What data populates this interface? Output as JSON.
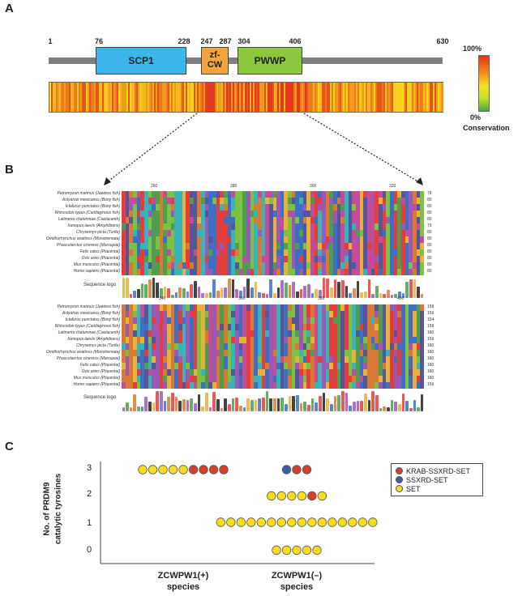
{
  "panels": {
    "a": "A",
    "b": "B",
    "c": "C"
  },
  "panel_a": {
    "positions": [
      "1",
      "76",
      "228",
      "247",
      "287",
      "304",
      "406",
      "630"
    ],
    "domains": {
      "scp1": "SCP1",
      "zfcw_line1": "zf-",
      "zfcw_line2": "CW",
      "pwwp": "PWWP"
    },
    "legend": {
      "top": "100%",
      "bottom": "0%",
      "label": "Conservation"
    },
    "colors": {
      "scp1": "#3bb6ea",
      "zfcw": "#f2a33a",
      "pwwp": "#8dc63f",
      "backbone": "#7d7d7d"
    }
  },
  "panel_b": {
    "block1": {
      "ruler": [
        "260",
        "280",
        "300",
        "320"
      ],
      "species": [
        {
          "name": "Petromyzon marinus (Jawless fish)",
          "end": "78"
        },
        {
          "name": "Astyanax mexicanus (Bony fish)",
          "end": "80"
        },
        {
          "name": "Ictalurus punctatus (Bony fish)",
          "end": "80"
        },
        {
          "name": "Rhincodon typus (Cartilaginous fish)",
          "end": "80"
        },
        {
          "name": "Latimeria chalumnae (Coelacanth)",
          "end": "80"
        },
        {
          "name": "Xenopus laevis (Amphibians)",
          "end": "79"
        },
        {
          "name": "Chrysemys picta (Turtle)",
          "end": "80"
        },
        {
          "name": "Ornithorhynchus anatinus (Monotremata)",
          "end": "80"
        },
        {
          "name": "Phascolarctos cinereus (Marsupial)",
          "end": "80"
        },
        {
          "name": "Felis catus (Placental)",
          "end": "80"
        },
        {
          "name": "Ovis aries (Placental)",
          "end": "80"
        },
        {
          "name": "Mus musculus (Placental)",
          "end": "80"
        },
        {
          "name": "Homo sapiens (Placental)",
          "end": "80"
        }
      ],
      "logo_label": "Sequence logo"
    },
    "block2": {
      "ruler": [
        "340",
        "360",
        "380",
        "400"
      ],
      "species": [
        {
          "name": "Petromyzon marinus (Jawless fish)",
          "end": "158"
        },
        {
          "name": "Astyanax mexicanus (Bony fish)",
          "end": "159"
        },
        {
          "name": "Ictalurus punctatus (Bony fish)",
          "end": "154"
        },
        {
          "name": "Rhincodon typus (Cartilaginous fish)",
          "end": "158"
        },
        {
          "name": "Latimeria chalumnae (Coelacanth)",
          "end": "160"
        },
        {
          "name": "Xenopus laevis (Amphibians)",
          "end": "159"
        },
        {
          "name": "Chrysemys picta (Turtle)",
          "end": "160"
        },
        {
          "name": "Ornithorhynchus anatinus (Monotremata)",
          "end": "160"
        },
        {
          "name": "Phascolarctos cinereus (Marsupial)",
          "end": "160"
        },
        {
          "name": "Felis catus (Placental)",
          "end": "160"
        },
        {
          "name": "Ovis aries (Placental)",
          "end": "160"
        },
        {
          "name": "Mus musculus (Placental)",
          "end": "160"
        },
        {
          "name": "Homo sapiens (Placental)",
          "end": "159"
        }
      ],
      "logo_label": "Sequence logo"
    }
  },
  "panel_c": {
    "ylabel_line1": "No. of PRDM9",
    "ylabel_line2": "catalytic tyrosines",
    "yticks": [
      "3",
      "2",
      "1",
      "0"
    ],
    "categories": [
      {
        "line1": "ZCWPW1(+)",
        "line2": "species"
      },
      {
        "line1": "ZCWPW1(–)",
        "line2": "species"
      }
    ],
    "legend": [
      {
        "label": "KRAB-SSXRD-SET",
        "color": "#d6402b"
      },
      {
        "label": "SSXRD-SET",
        "color": "#3d5da8"
      },
      {
        "label": "SET",
        "color": "#f6dd1f"
      }
    ]
  },
  "chart_data": {
    "type": "scatter",
    "ylabel": "No. of PRDM9 catalytic tyrosines",
    "categories": [
      "ZCWPW1(+) species",
      "ZCWPW1(–) species"
    ],
    "ylim": [
      0,
      3
    ],
    "series": [
      {
        "name": "KRAB-SSXRD-SET",
        "color": "#d6402b",
        "points": [
          {
            "category": "ZCWPW1(+) species",
            "y": 3,
            "count": 4
          },
          {
            "category": "ZCWPW1(–) species",
            "y": 3,
            "count": 2
          },
          {
            "category": "ZCWPW1(–) species",
            "y": 2,
            "count": 1
          }
        ]
      },
      {
        "name": "SSXRD-SET",
        "color": "#3d5da8",
        "points": [
          {
            "category": "ZCWPW1(–) species",
            "y": 3,
            "count": 1
          }
        ]
      },
      {
        "name": "SET",
        "color": "#f6dd1f",
        "points": [
          {
            "category": "ZCWPW1(+) species",
            "y": 3,
            "count": 5
          },
          {
            "category": "ZCWPW1(–) species",
            "y": 2,
            "count": 5
          },
          {
            "category": "ZCWPW1(–) species",
            "y": 1,
            "count": 16
          },
          {
            "category": "ZCWPW1(–) species",
            "y": 0,
            "count": 5
          }
        ]
      }
    ]
  }
}
